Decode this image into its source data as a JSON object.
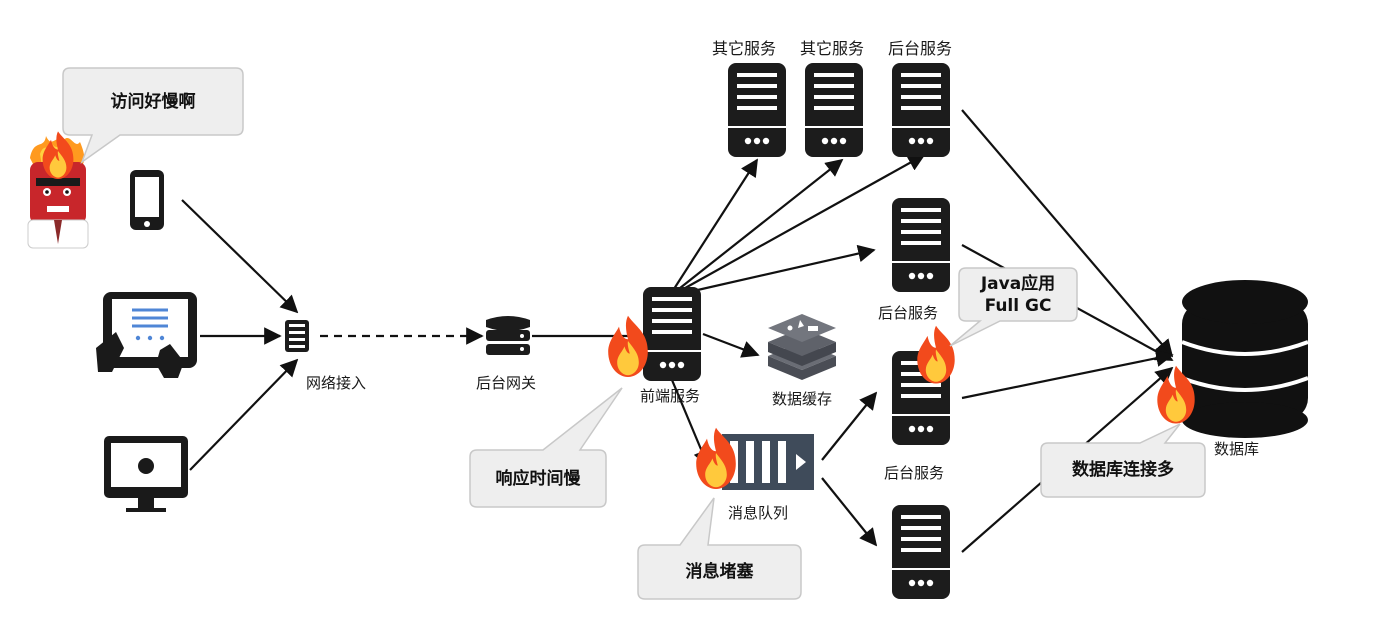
{
  "client": {
    "complaint": "访问好慢啊"
  },
  "network": {
    "access_label": "网络接入",
    "gateway_label": "后台网关"
  },
  "frontend": {
    "label": "前端服务",
    "slow_response_callout": "响应时间慢"
  },
  "cache": {
    "label": "数据缓存"
  },
  "queue": {
    "label": "消息队列",
    "blocked_callout": "消息堵塞"
  },
  "services": {
    "top": [
      "其它服务",
      "其它服务",
      "后台服务"
    ],
    "middle_label": "后台服务",
    "lower_label": "后台服务",
    "gc_callout_line1": "Java应用",
    "gc_callout_line2": "Full GC"
  },
  "database": {
    "label": "数据库",
    "connections_callout": "数据库连接多"
  },
  "colors": {
    "server": "#1c1c1c",
    "bubble_fill": "#eeeeee",
    "bubble_stroke": "#c8c8c8",
    "flame_outer": "#f24a1c",
    "flame_inner": "#ffc93c",
    "cache_icon": "#5a5d65",
    "queue_icon": "#3f4b5a"
  }
}
